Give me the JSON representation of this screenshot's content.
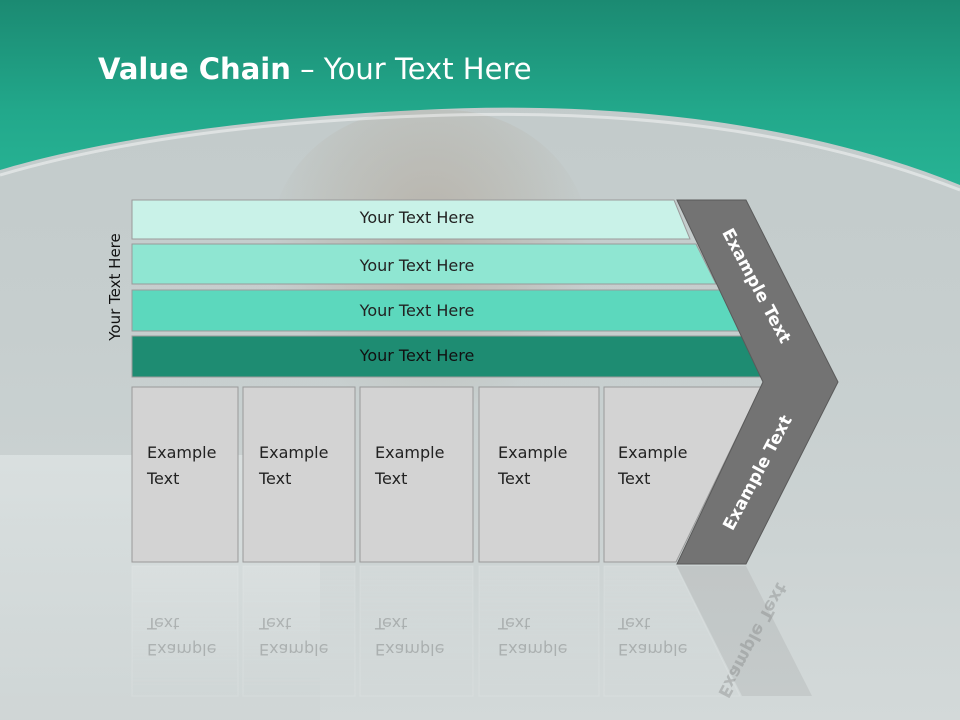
{
  "slide": {
    "title_bold": "Value Chain",
    "title_rest": " – Your Text Here",
    "vertical_label": "Your Text Here",
    "colors": {
      "header": "#1f9e85",
      "row1": "#c9f2e8",
      "row2": "#8fe6d2",
      "row3": "#5cd8bd",
      "row4": "#1e8c72",
      "chevron": "#737373",
      "box": "#d3d3d3"
    }
  },
  "rows": [
    {
      "label": "Your Text Here"
    },
    {
      "label": "Your Text Here"
    },
    {
      "label": "Your Text Here"
    },
    {
      "label": "Your Text Here"
    }
  ],
  "boxes": [
    {
      "line1": "Example",
      "line2": "Text"
    },
    {
      "line1": "Example",
      "line2": "Text"
    },
    {
      "line1": "Example",
      "line2": "Text"
    },
    {
      "line1": "Example",
      "line2": "Text"
    },
    {
      "line1": "Example",
      "line2": "Text"
    }
  ],
  "chevron": {
    "upper_label": "Example Text",
    "lower_label": "Example Text"
  }
}
